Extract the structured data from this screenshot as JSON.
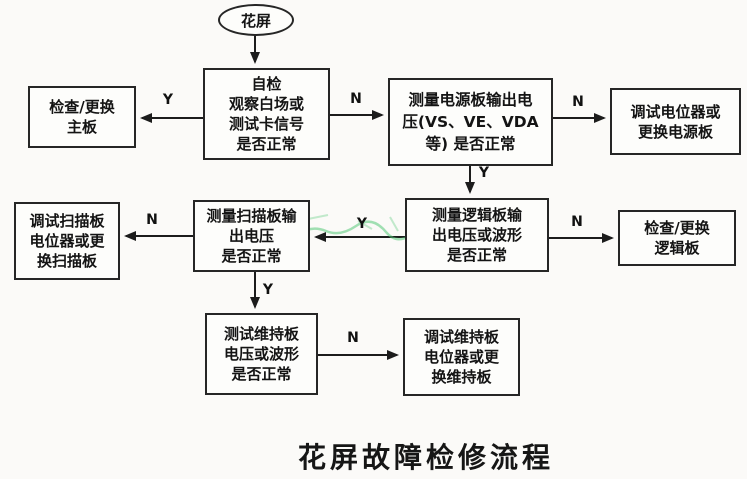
{
  "title": "花屏故障检修流程",
  "start": {
    "label": "花屏"
  },
  "nodes": {
    "self_check": {
      "lines": [
        "自检",
        "观察白场或",
        "测试卡信号",
        "是否正常"
      ]
    },
    "check_mainboard": {
      "lines": [
        "检查/更换",
        "主板"
      ]
    },
    "measure_power": {
      "lines": [
        "测量电源板输出电",
        "压(VS、VE、VDA",
        "等) 是否正常"
      ]
    },
    "adjust_power": {
      "lines": [
        "调试电位器或",
        "更换电源板"
      ]
    },
    "measure_logic": {
      "lines": [
        "测量逻辑板输",
        "出电压或波形",
        "是否正常"
      ]
    },
    "check_logic": {
      "lines": [
        "检查/更换",
        "逻辑板"
      ]
    },
    "measure_scan": {
      "lines": [
        "测量扫描板输",
        "出电压",
        "是否正常"
      ]
    },
    "adjust_scan": {
      "lines": [
        "调试扫描板",
        "电位器或更",
        "换扫描板"
      ]
    },
    "test_sustain": {
      "lines": [
        "测试维持板",
        "电压或波形",
        "是否正常"
      ]
    },
    "adjust_sustain": {
      "lines": [
        "调试维持板",
        "电位器或更",
        "换维持板"
      ]
    }
  },
  "edge_labels": {
    "self_to_main": "Y",
    "self_to_power": "N",
    "power_to_adjust": "N",
    "power_to_logic": "Y",
    "logic_to_check": "N",
    "logic_to_scan": "Y",
    "scan_to_adjust": "N",
    "scan_to_sustain": "Y",
    "sustain_to_adjust": "N"
  },
  "colors": {
    "line": "#1c1c1c",
    "box_border": "#262626",
    "watermark_green": "#55c878",
    "background": "#fbfaf8"
  }
}
